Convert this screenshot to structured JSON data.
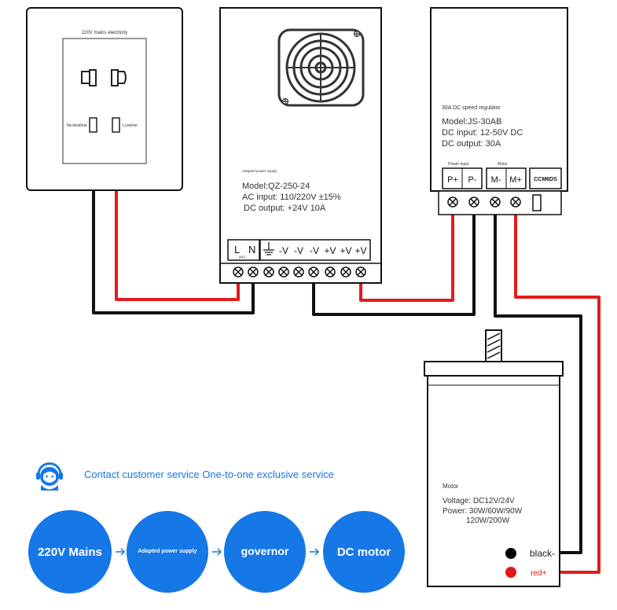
{
  "socket": {
    "title": "220V mains electricity",
    "neutral_label": "Neutralline",
    "live_label": "Liveline"
  },
  "power_supply": {
    "caption": "Adapted power supply",
    "model": "Model:QZ-250-24",
    "ac_input": "AC input: 110/220V ±15%",
    "dc_output": "DC output: +24V 10A",
    "terminal_l": "L",
    "terminal_n": "N",
    "terminal_sub": "(AC)",
    "terminal_minus": "-V",
    "terminal_plus": "+V"
  },
  "regulator": {
    "title": "30A DC speed regulator",
    "model": "Model:JS-30AB",
    "dc_input": "DC input: 12-50V DC",
    "dc_output": "DC output: 30A",
    "power_input_label": "Power input",
    "motor_label": "Motor",
    "p_plus": "P+",
    "p_minus": "P-",
    "m_minus": "M-",
    "m_plus": "M+",
    "ccm": "CCM6DS"
  },
  "motor": {
    "title": "Motor",
    "voltage": "Voltage: DC12V/24V",
    "power_line1": "Power: 30W/60W/90W",
    "power_line2": "120W/200W",
    "black_label": "black-",
    "red_label": "red+"
  },
  "service": {
    "text": "Contact customer service One-to-one exclusive service"
  },
  "flow": {
    "step1": "220V Mains",
    "step2": "Adapted power supply",
    "step3": "governor",
    "step4": "DC motor"
  },
  "colors": {
    "wire_red": "#e31b1b",
    "wire_black": "#111111",
    "accent_blue": "#1677e6",
    "red_dot": "#e5151a"
  }
}
